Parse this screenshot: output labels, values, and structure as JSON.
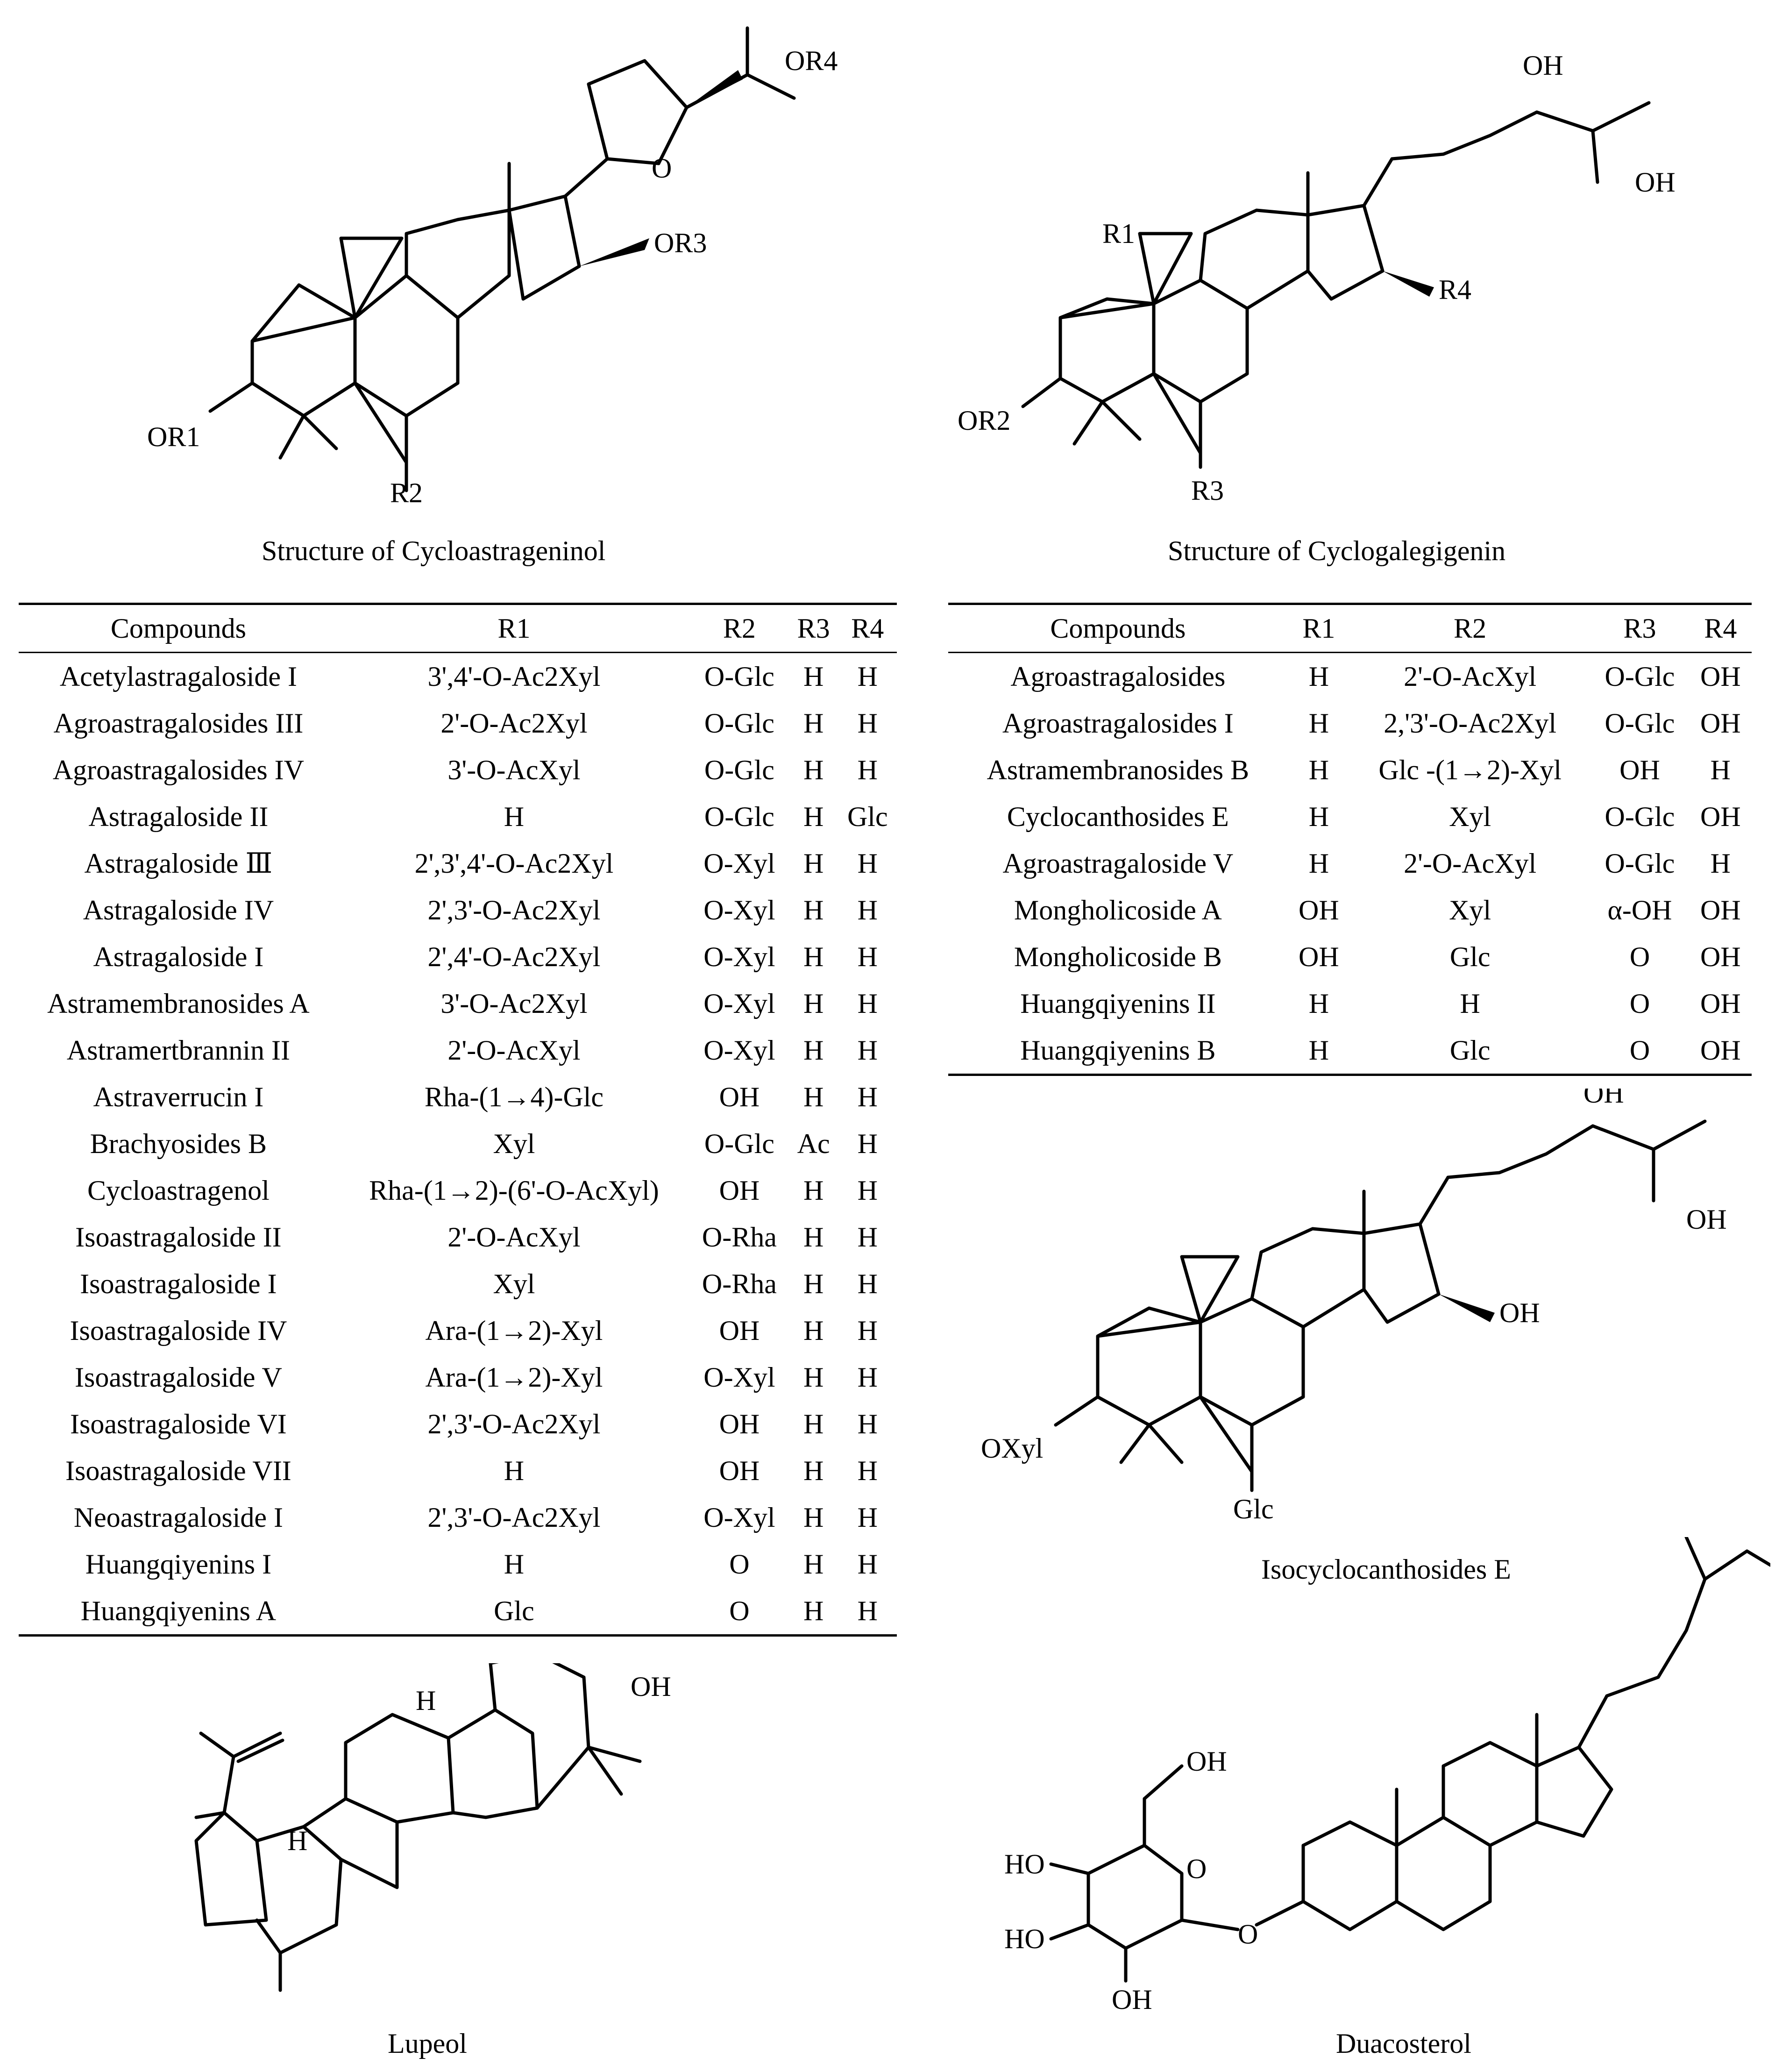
{
  "captions": {
    "cycloastrageninol": "Structure of Cycloastrageninol",
    "cyclogalegigenin": "Structure of Cyclogalegigenin",
    "isocyclocanthosides": "Isocyclocanthosides E",
    "lupeol": "Lupeol",
    "duacosterol": "Duacosterol"
  },
  "labels": {
    "cycloastrageninol": {
      "or1": "OR1",
      "r2": "R2",
      "or3": "OR3",
      "or4": "OR4",
      "o": "O"
    },
    "cyclogalegigenin": {
      "r1": "R1",
      "or2": "OR2",
      "r3": "R3",
      "r4": "R4",
      "oh_top": "OH",
      "oh_side": "OH"
    },
    "isocyclocanthosides": {
      "oxyl": "OXyl",
      "glc": "Glc",
      "oh_ring": "OH",
      "oh_top": "OH",
      "oh_side": "OH"
    },
    "lupeol": {
      "oh": "OH",
      "h1": "H",
      "h2": "H"
    },
    "duacosterol": {
      "oh1": "OH",
      "ho1": "HO",
      "ho2": "HO",
      "oh2": "OH",
      "o_ring": "O",
      "o_link": "O"
    }
  },
  "table1": {
    "headers": [
      "Compounds",
      "R1",
      "R2",
      "R3",
      "R4"
    ],
    "rows": [
      [
        "Acetylastragaloside I",
        "3',4'-O-Ac2Xyl",
        "O-Glc",
        "H",
        "H"
      ],
      [
        "Agroastragalosides III",
        "2'-O-Ac2Xyl",
        "O-Glc",
        "H",
        "H"
      ],
      [
        "Agroastragalosides IV",
        "3'-O-AcXyl",
        "O-Glc",
        "H",
        "H"
      ],
      [
        "Astragaloside II",
        "H",
        "O-Glc",
        "H",
        "Glc"
      ],
      [
        "Astragaloside Ⅲ",
        "2',3',4'-O-Ac2Xyl",
        "O-Xyl",
        "H",
        "H"
      ],
      [
        "Astragaloside IV",
        "2',3'-O-Ac2Xyl",
        "O-Xyl",
        "H",
        "H"
      ],
      [
        "Astragaloside I",
        "2',4'-O-Ac2Xyl",
        "O-Xyl",
        "H",
        "H"
      ],
      [
        "Astramembranosides A",
        "3'-O-Ac2Xyl",
        "O-Xyl",
        "H",
        "H"
      ],
      [
        "Astramertbrannin II",
        "2'-O-AcXyl",
        "O-Xyl",
        "H",
        "H"
      ],
      [
        "Astraverrucin I",
        "Rha-(1→4)-Glc",
        "OH",
        "H",
        "H"
      ],
      [
        "Brachyosides B",
        "Xyl",
        "O-Glc",
        "Ac",
        "H"
      ],
      [
        "Cycloastragenol",
        "Rha-(1→2)-(6'-O-AcXyl)",
        "OH",
        "H",
        "H"
      ],
      [
        "Isoastragaloside II",
        "2'-O-AcXyl",
        "O-Rha",
        "H",
        "H"
      ],
      [
        "Isoastragaloside I",
        "Xyl",
        "O-Rha",
        "H",
        "H"
      ],
      [
        "Isoastragaloside IV",
        "Ara-(1→2)-Xyl",
        "OH",
        "H",
        "H"
      ],
      [
        "Isoastragaloside V",
        "Ara-(1→2)-Xyl",
        "O-Xyl",
        "H",
        "H"
      ],
      [
        "Isoastragaloside VI",
        "2',3'-O-Ac2Xyl",
        "OH",
        "H",
        "H"
      ],
      [
        "Isoastragaloside VII",
        "H",
        "OH",
        "H",
        "H"
      ],
      [
        "Neoastragaloside I",
        "2',3'-O-Ac2Xyl",
        "O-Xyl",
        "H",
        "H"
      ],
      [
        "Huangqiyenins I",
        "H",
        "O",
        "H",
        "H"
      ],
      [
        "Huangqiyenins A",
        "Glc",
        "O",
        "H",
        "H"
      ]
    ]
  },
  "table2": {
    "headers": [
      "Compounds",
      "R1",
      "R2",
      "R3",
      "R4"
    ],
    "rows": [
      [
        "Agroastragalosides",
        "H",
        "2'-O-AcXyl",
        "O-Glc",
        "OH"
      ],
      [
        "Agroastragalosides I",
        "H",
        "2,'3'-O-Ac2Xyl",
        "O-Glc",
        "OH"
      ],
      [
        "Astramembranosides B",
        "H",
        "Glc -(1→2)-Xyl",
        "OH",
        "H"
      ],
      [
        "Cyclocanthosides E",
        "H",
        "Xyl",
        "O-Glc",
        "OH"
      ],
      [
        "Agroastragaloside V",
        "H",
        "2'-O-AcXyl",
        "O-Glc",
        "H"
      ],
      [
        "Mongholicoside A",
        "OH",
        "Xyl",
        "α-OH",
        "OH"
      ],
      [
        "Mongholicoside B",
        "OH",
        "Glc",
        "O",
        "OH"
      ],
      [
        "Huangqiyenins II",
        "H",
        "H",
        "O",
        "OH"
      ],
      [
        "Huangqiyenins B",
        "H",
        "Glc",
        "O",
        "OH"
      ]
    ]
  }
}
